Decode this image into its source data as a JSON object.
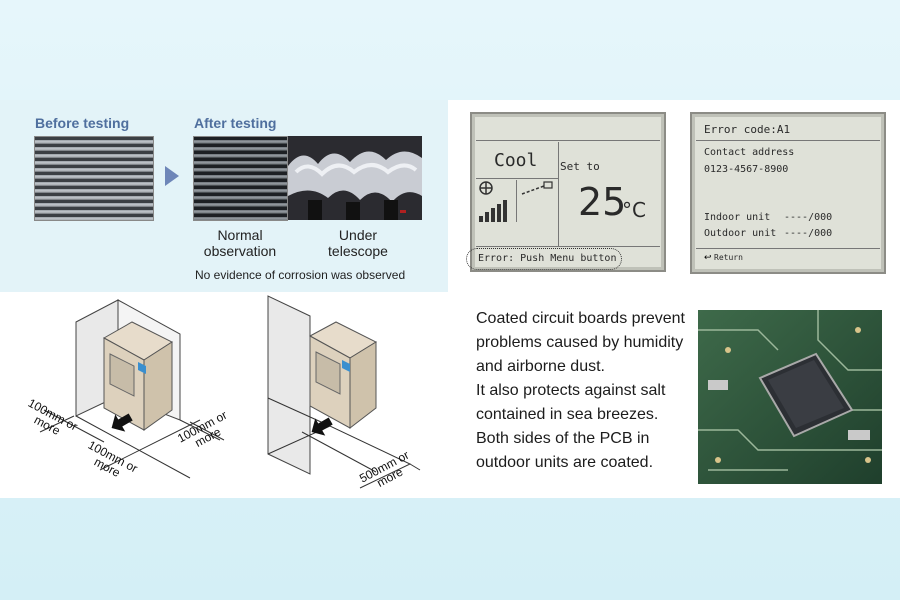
{
  "corrosion": {
    "before_label": "Before testing",
    "after_label": "After testing",
    "normal_caption": "Normal\nobservation",
    "telescope_caption": "Under\ntelescope",
    "note": "No evidence of corrosion was observed"
  },
  "lcd_main": {
    "mode": "Cool",
    "set_label": "Set to",
    "temperature": "25",
    "unit": "°C",
    "error_message": "Error: Push Menu button"
  },
  "lcd_error": {
    "title": "Error code:A1",
    "contact_label": "Contact address",
    "phone": "0123-4567-8900",
    "indoor_label": "Indoor unit",
    "indoor_value": "----/000",
    "outdoor_label": "Outdoor unit",
    "outdoor_value": "----/000",
    "return_label": "Return"
  },
  "installation": {
    "dim_left": "100mm or\nmore",
    "dim_front": "100mm or\nmore",
    "dim_right": "100mm or\nmore",
    "dim_front_large": "500mm or\nmore"
  },
  "pcb": {
    "lines": [
      "Coated circuit boards prevent",
      "problems caused by humidity",
      "and airborne dust.",
      "It also protects against salt",
      "contained in sea breezes.",
      "Both sides of the PCB in",
      "outdoor units are coated."
    ]
  },
  "colors": {
    "label_blue": "#4f6f9e",
    "arrow": "#6e86b8",
    "lcd_bg": "#dfe1d8"
  }
}
